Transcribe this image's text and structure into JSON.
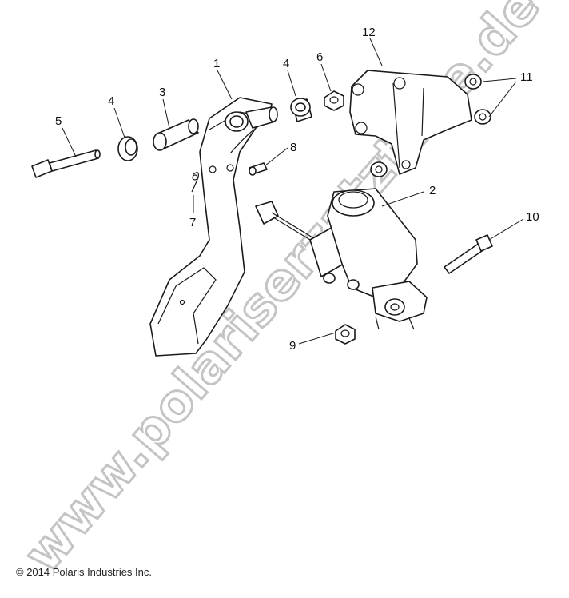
{
  "watermark": "www.polariserzatzteile.de",
  "copyright": "© 2014 Polaris Industries Inc.",
  "callouts": [
    "1",
    "2",
    "3",
    "4",
    "4",
    "5",
    "6",
    "7",
    "8",
    "9",
    "10",
    "11",
    "12"
  ]
}
